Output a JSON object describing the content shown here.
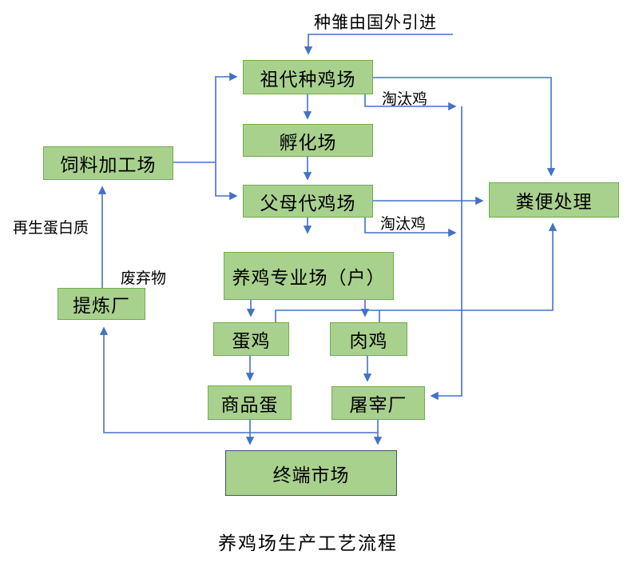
{
  "diagram": {
    "top_label": "种雏由国外引进",
    "title": "养鸡场生产工艺流程",
    "nodes": {
      "zudai": {
        "label": "祖代种鸡场"
      },
      "fuhua": {
        "label": "孵化场"
      },
      "fumu": {
        "label": "父母代鸡场"
      },
      "siliao": {
        "label": "饲料加工场"
      },
      "fenbian": {
        "label": "粪便处理"
      },
      "yangji": {
        "label": "养鸡专业场（户）"
      },
      "tilian": {
        "label": "提炼厂"
      },
      "danji": {
        "label": "蛋鸡"
      },
      "rouji": {
        "label": "肉鸡"
      },
      "shangpin": {
        "label": "商品蛋"
      },
      "tuzai": {
        "label": "屠宰厂"
      },
      "zhongduan": {
        "label": "终端市场"
      }
    },
    "edge_labels": {
      "taotai_1": "淘汰鸡",
      "taotai_2": "淘汰鸡",
      "zaisheng": "再生蛋白质",
      "feiqiwu": "废弃物"
    },
    "edges": [
      {
        "from": "种雏由国外引进",
        "to": "祖代种鸡场",
        "label": ""
      },
      {
        "from": "祖代种鸡场",
        "to": "孵化场",
        "label": ""
      },
      {
        "from": "孵化场",
        "to": "父母代鸡场",
        "label": ""
      },
      {
        "from": "父母代鸡场",
        "to": "养鸡专业场（户）",
        "label": ""
      },
      {
        "from": "饲料加工场",
        "to": "祖代种鸡场",
        "label": ""
      },
      {
        "from": "饲料加工场",
        "to": "父母代鸡场",
        "label": ""
      },
      {
        "from": "祖代种鸡场",
        "to": "粪便处理",
        "label": ""
      },
      {
        "from": "祖代种鸡场",
        "to": "屠宰厂",
        "label": "淘汰鸡"
      },
      {
        "from": "父母代鸡场",
        "to": "粪便处理",
        "label": ""
      },
      {
        "from": "父母代鸡场",
        "to": "屠宰厂",
        "label": "淘汰鸡"
      },
      {
        "from": "养鸡专业场（户）",
        "to": "蛋鸡",
        "label": ""
      },
      {
        "from": "养鸡专业场（户）",
        "to": "肉鸡",
        "label": ""
      },
      {
        "from": "蛋鸡",
        "to": "粪便处理",
        "label": ""
      },
      {
        "from": "肉鸡",
        "to": "粪便处理",
        "label": ""
      },
      {
        "from": "蛋鸡",
        "to": "商品蛋",
        "label": ""
      },
      {
        "from": "肉鸡",
        "to": "屠宰厂",
        "label": ""
      },
      {
        "from": "商品蛋",
        "to": "终端市场",
        "label": ""
      },
      {
        "from": "屠宰厂",
        "to": "终端市场",
        "label": ""
      },
      {
        "from": "商品蛋",
        "to": "提炼厂",
        "label": "废弃物"
      },
      {
        "from": "屠宰厂",
        "to": "提炼厂",
        "label": "废弃物"
      },
      {
        "from": "提炼厂",
        "to": "饲料加工场",
        "label": "再生蛋白质"
      }
    ],
    "colors": {
      "node_fill": "#A9D18E",
      "node_border": "#70AD47",
      "terminal_border": "#44546A",
      "arrow": "#4472C4",
      "text": "#000000"
    }
  }
}
